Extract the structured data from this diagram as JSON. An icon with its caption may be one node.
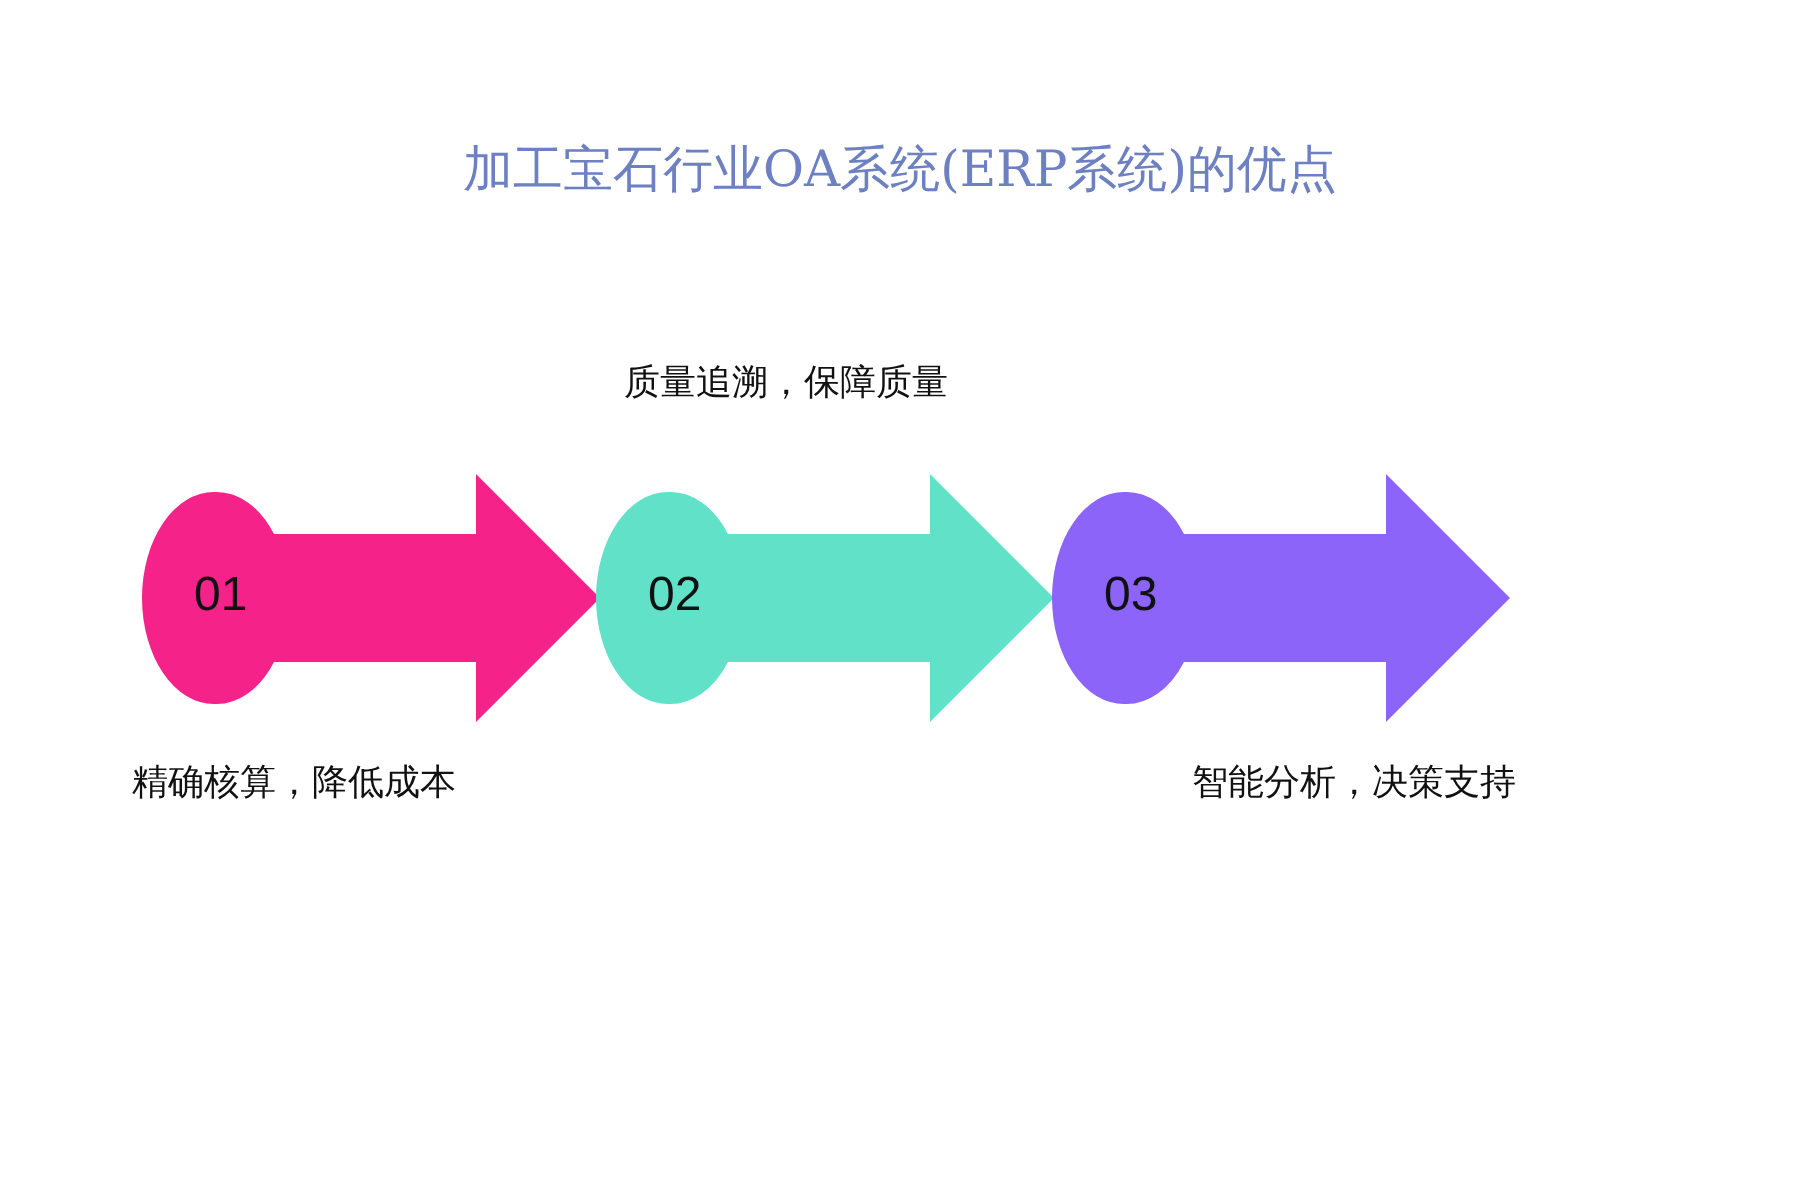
{
  "diagram": {
    "title": "加工宝石行业OA系统(ERP系统)的优点",
    "nodes": [
      {
        "text": [
          "01"
        ],
        "beside": [
          "精确核算，降低成本"
        ]
      },
      {
        "text": [
          "02"
        ],
        "beside": [
          "质量追溯，保障质量"
        ]
      },
      {
        "text": [
          "03"
        ],
        "beside": [
          "智能分析，决策支持"
        ]
      }
    ]
  }
}
